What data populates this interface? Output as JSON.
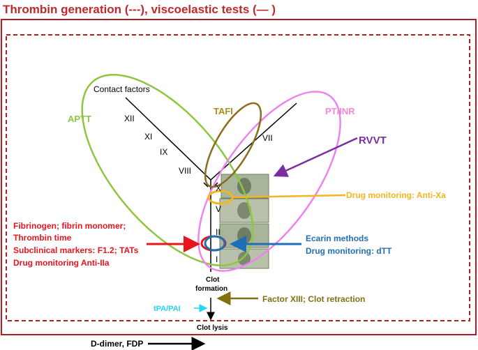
{
  "title": "Thrombin generation (---), viscoelastic tests (— )",
  "labels": {
    "contact_factors": "Contact factors",
    "f_xii": "XII",
    "f_xi": "XI",
    "f_ix": "IX",
    "f_viii": "VIII",
    "f_vii": "VII",
    "f_x": "X",
    "f_v": "V",
    "f_ii": "II",
    "f_i": "I",
    "aptt": "APTT",
    "tafi": "TAFI",
    "pt_inr": "PT/INR",
    "rvvt": "RVVT",
    "anti_xa": "Drug monitoring: Anti-Xa",
    "left_1": "Fibrinogen; fibrin monomer;",
    "left_2": "Thrombin time",
    "left_3": "Subclinical markers: F1.2; TATs",
    "left_4": "Drug monitoring Anti-IIa",
    "ecarin_1": "Ecarin methods",
    "ecarin_2": "Drug monitoring: dTT",
    "clot_1": "Clot",
    "clot_2": "formation",
    "factor_xiii": "Factor XIII; Clot retraction",
    "tpa_pai": "tPA/PAI",
    "clot_lysis": "Clot lysis",
    "ddimer": "D-dimer, FDP"
  },
  "colors": {
    "title": "#c0282d",
    "frame": "#b01e23",
    "aptt": "#8cc63f",
    "tafi": "#8b6d1c",
    "tafi_text": "#b08a1e",
    "pt_inr": "#ee82ee",
    "pt_inr_text": "#f08ad8",
    "rvvt": "#7a2fa0",
    "anti_xa": "#f5b520",
    "left_text": "#e8141e",
    "ecarin": "#1f6fb4",
    "factor_xiii": "#807010",
    "tpa": "#25d7f0",
    "banknote": "#a8b59a"
  }
}
